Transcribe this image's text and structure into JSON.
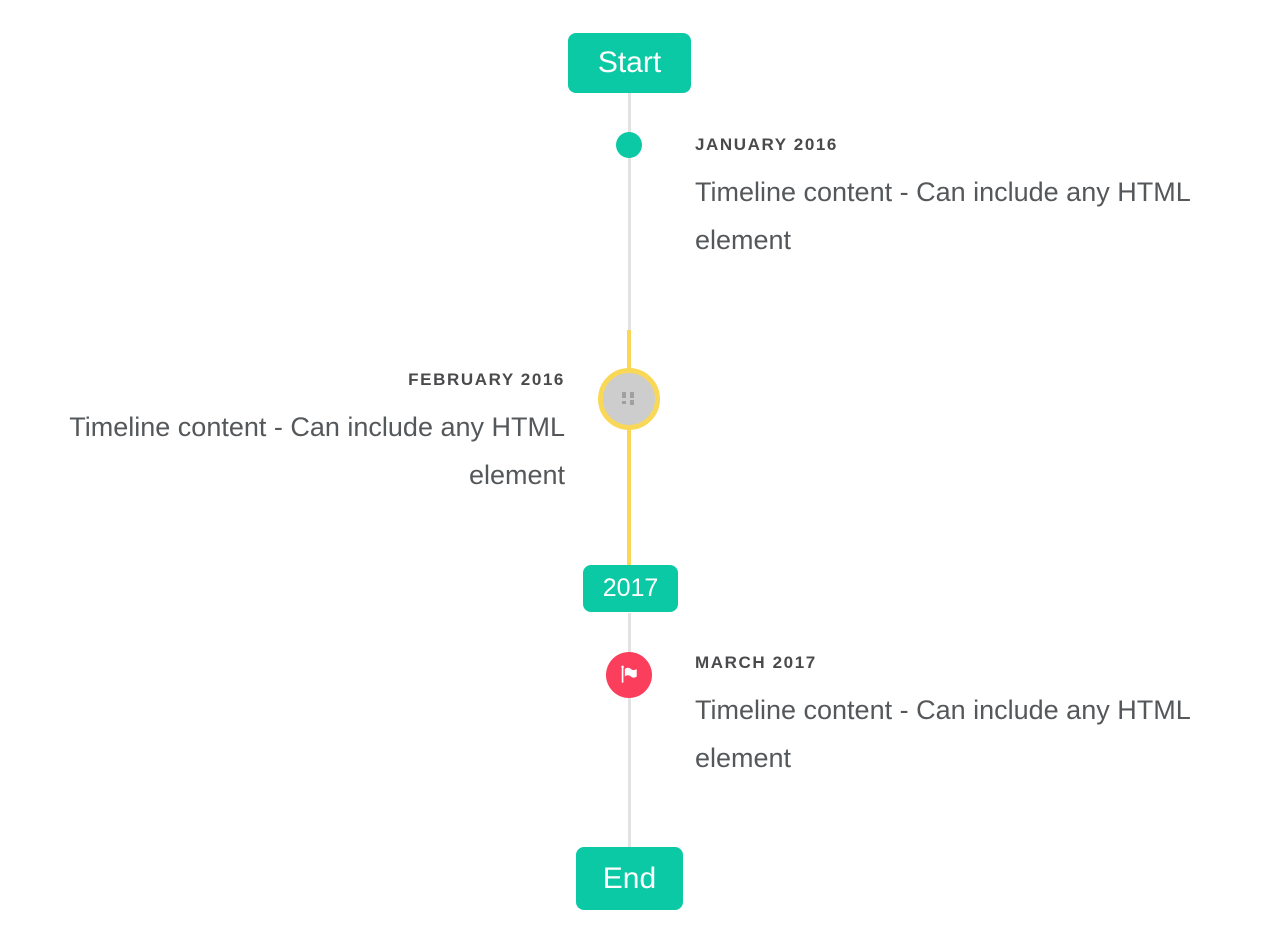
{
  "timeline": {
    "colors": {
      "teal": "#0cc9a5",
      "yellow": "#f9d857",
      "red": "#fb3e5c",
      "line_gray": "#e2e2e2",
      "title_text": "#4a4a4c",
      "content_text": "#55585b",
      "marker_gray_fill": "#cdcdcd"
    },
    "start_label": "Start",
    "end_label": "End",
    "year_label": "2017",
    "items": [
      {
        "title": "JANUARY 2016",
        "content": "Timeline content - Can include any HTML element",
        "side": "right",
        "marker": "teal-dot"
      },
      {
        "title": "FEBRUARY 2016",
        "content": "Timeline content - Can include any HTML element",
        "side": "left",
        "marker": "gray-image-circle-yellow-ring"
      },
      {
        "title": "MARCH 2017",
        "content": "Timeline content - Can include any HTML element",
        "side": "right",
        "marker": "red-flag-circle"
      }
    ]
  }
}
